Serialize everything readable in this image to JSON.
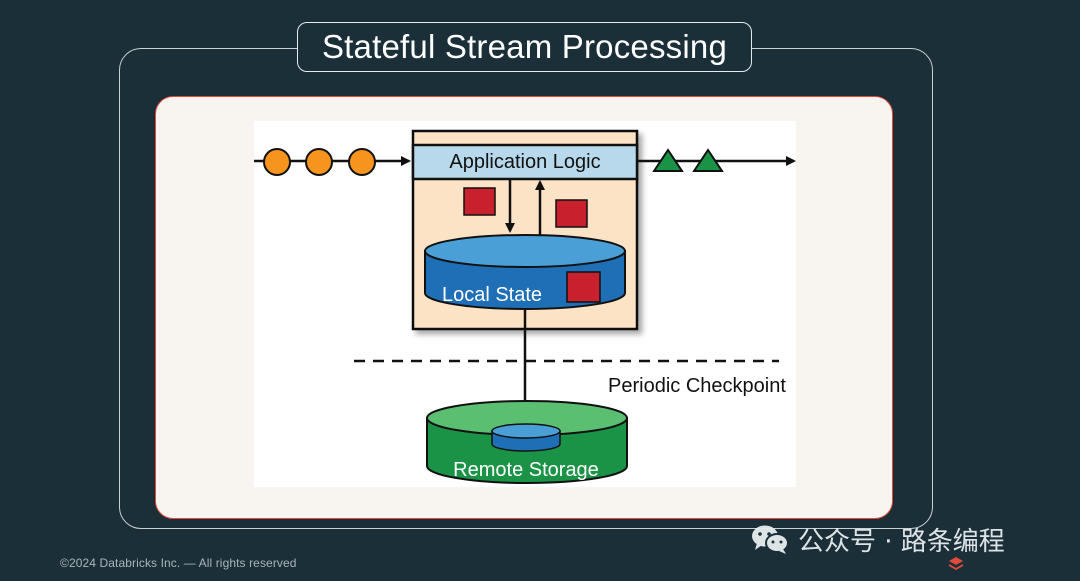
{
  "slide": {
    "title": "Stateful Stream Processing",
    "footer": "©2024 Databricks Inc. — All rights reserved"
  },
  "diagram": {
    "app_logic_label": "Application Logic",
    "local_state_label": "Local State",
    "checkpoint_label": "Periodic Checkpoint",
    "remote_storage_label": "Remote Storage",
    "colors": {
      "input_events": "#f7941d",
      "output_events": "#1a9347",
      "state_entries": "#c8202d",
      "app_logic_fill": "#b8d9ec",
      "operator_fill": "#fde3c6",
      "local_state": "#1f6fb6",
      "remote_storage": "#27a64a"
    },
    "icons": [
      "input-event-circle",
      "output-event-triangle",
      "state-entry-square",
      "database-cylinder"
    ]
  },
  "watermark": {
    "text": "公众号 · 路条编程",
    "icon": "wechat-icon"
  },
  "brand": {
    "icon": "databricks-logo-icon"
  }
}
